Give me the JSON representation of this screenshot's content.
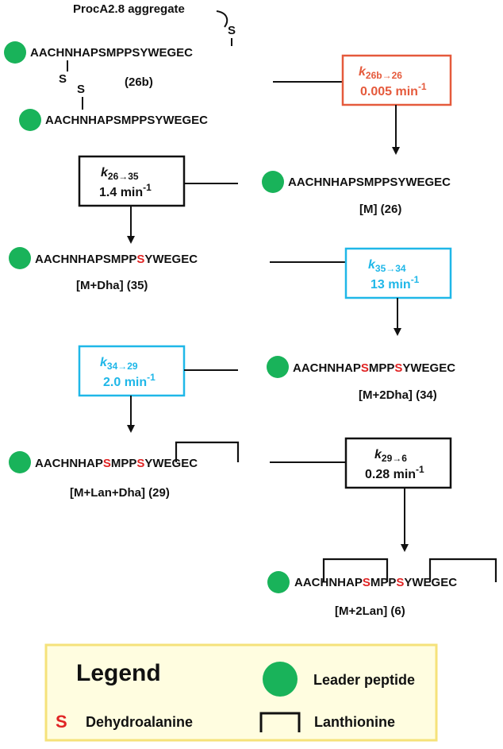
{
  "aggregate_label": "ProcA2.8 aggregate",
  "sulfur": "S",
  "colors": {
    "leader": "#19b35a",
    "dha": "#e02424",
    "red_box": "#e55a3c",
    "blue_box": "#1fb7e8"
  },
  "species": {
    "s26b": {
      "p1": "AACHNHAPSMPPSYWEGEC",
      "p2": "AACHNHAPSMPPSYWEGEC",
      "label": "(26b)"
    },
    "s26": {
      "seq": "AACHNHAPSMPPSYWEGEC",
      "label": "[M] (26)"
    },
    "s35": {
      "a": "AACHNHAPSMPP",
      "s1": "S",
      "b": "YWEGEC",
      "label": "[M+Dha] (35)"
    },
    "s34": {
      "a": "AACHNHAP",
      "s1": "S",
      "b": "MPP",
      "s2": "S",
      "c": "YWEGEC",
      "label": "[M+2Dha] (34)"
    },
    "s29": {
      "a": "AACHNHAP",
      "s1": "S",
      "b": "MPP",
      "s2": "S",
      "c": "YWEGEC",
      "label": "[M+Lan+Dha] (29)"
    },
    "s6": {
      "a": "AACHNHAP",
      "s1": "S",
      "b": "MPP",
      "s2": "S",
      "c": "YWEGEC",
      "label": "[M+2Lan] (6)"
    }
  },
  "rates": {
    "k26b_26": {
      "k": "k",
      "sub": "26b→26",
      "value": "0.005 min",
      "exp": "-1"
    },
    "k26_35": {
      "k": "k",
      "sub": "26→35",
      "value": "1.4 min",
      "exp": "-1"
    },
    "k35_34": {
      "k": "k",
      "sub": "35→34",
      "value": "13 min",
      "exp": "-1"
    },
    "k34_29": {
      "k": "k",
      "sub": "34→29",
      "value": "2.0 min",
      "exp": "-1"
    },
    "k29_6": {
      "k": "k",
      "sub": "29→6",
      "value": "0.28 min",
      "exp": "-1"
    }
  },
  "legend": {
    "title": "Legend",
    "leader": "Leader peptide",
    "dha_symbol": "S",
    "dha": "Dehydroalanine",
    "lan": "Lanthionine"
  }
}
